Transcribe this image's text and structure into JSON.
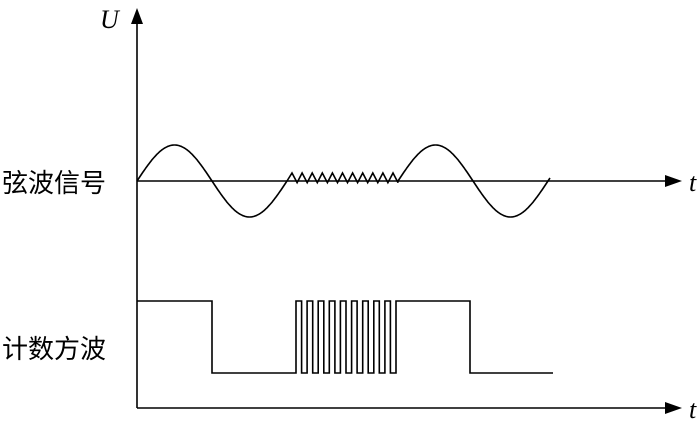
{
  "axes": {
    "y_label": "U",
    "t_label_top": "t",
    "t_label_bottom": "t"
  },
  "signals": {
    "sine_label": "弦波信号",
    "square_label": "计数方波"
  }
}
